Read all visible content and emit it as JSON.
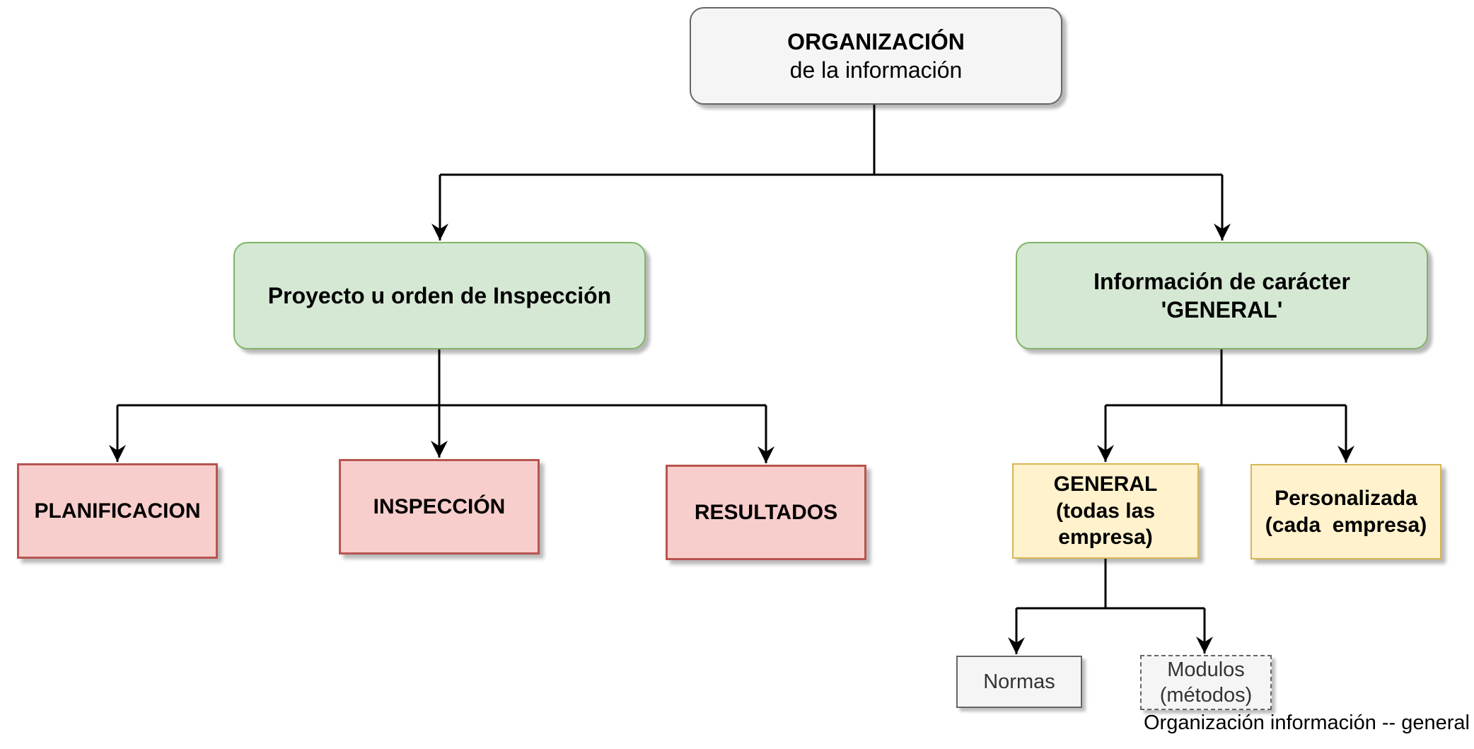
{
  "diagram": {
    "nodes": {
      "organizacion": {
        "line1": "ORGANIZACIÓN",
        "line2": "de la información"
      },
      "proyecto": {
        "label": "Proyecto u orden de Inspección"
      },
      "info_general": {
        "line1": "Información de carácter",
        "line2": "'GENERAL'"
      },
      "planificacion": {
        "label": "PLANIFICACION"
      },
      "inspeccion": {
        "label": "INSPECCIÓN"
      },
      "resultados": {
        "label": "RESULTADOS"
      },
      "general_todas": {
        "line1": "GENERAL",
        "line2": "(todas las empresa)"
      },
      "personalizada": {
        "line1": "Personalizada",
        "line2": "(cada  empresa)"
      },
      "normas": {
        "label": "Normas"
      },
      "modulos": {
        "line1": "Modulos",
        "line2": "(métodos)"
      }
    },
    "edges": [
      {
        "from": "organizacion",
        "to": "proyecto"
      },
      {
        "from": "organizacion",
        "to": "info_general"
      },
      {
        "from": "proyecto",
        "to": "planificacion"
      },
      {
        "from": "proyecto",
        "to": "inspeccion"
      },
      {
        "from": "proyecto",
        "to": "resultados"
      },
      {
        "from": "info_general",
        "to": "general_todas"
      },
      {
        "from": "info_general",
        "to": "personalizada"
      },
      {
        "from": "general_todas",
        "to": "normas"
      },
      {
        "from": "general_todas",
        "to": "modulos"
      }
    ],
    "caption": "Organización información -- general",
    "colors": {
      "gray_fill": "#f5f5f5",
      "gray_stroke": "#666666",
      "green_fill": "#d5e8d4",
      "green_stroke": "#82b366",
      "red_fill": "#f8cecc",
      "red_stroke": "#b85450",
      "yellow_fill": "#fff2cc",
      "yellow_stroke": "#d6b656",
      "connector": "#000000",
      "secondary_text": "#333333"
    }
  }
}
